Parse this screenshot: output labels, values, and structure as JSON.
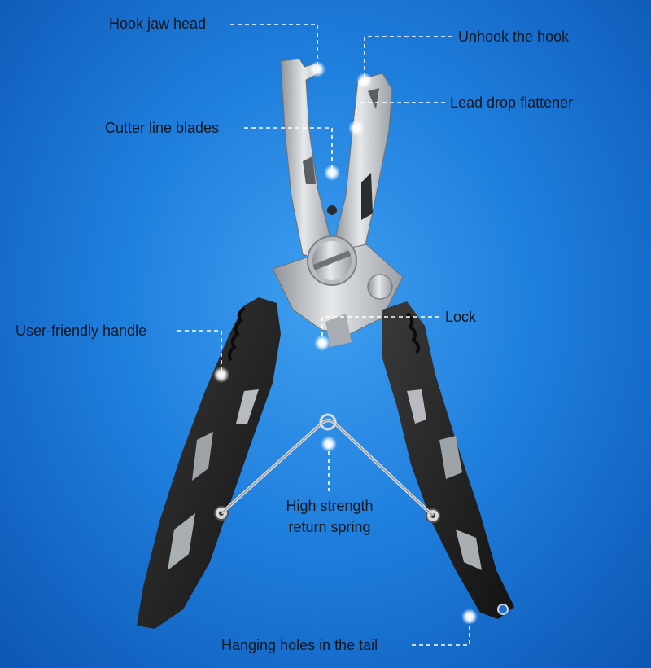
{
  "product": "Fishing pliers",
  "accent_color": "#1f7fdd",
  "handle_color": "#232323",
  "steel_color": "#c4c7ca",
  "callouts": {
    "hook_jaw_head": "Hook jaw head",
    "unhook_the_hook": "Unhook the hook",
    "lead_drop_flattener": "Lead drop flattener",
    "cutter_line_blades": "Cutter line blades",
    "user_friendly_handle": "User-friendly handle",
    "lock": "Lock",
    "high_strength_return_spring_line1": "High strength",
    "high_strength_return_spring_line2": "return spring",
    "hanging_holes_in_the_tail": "Hanging holes in the tail"
  }
}
